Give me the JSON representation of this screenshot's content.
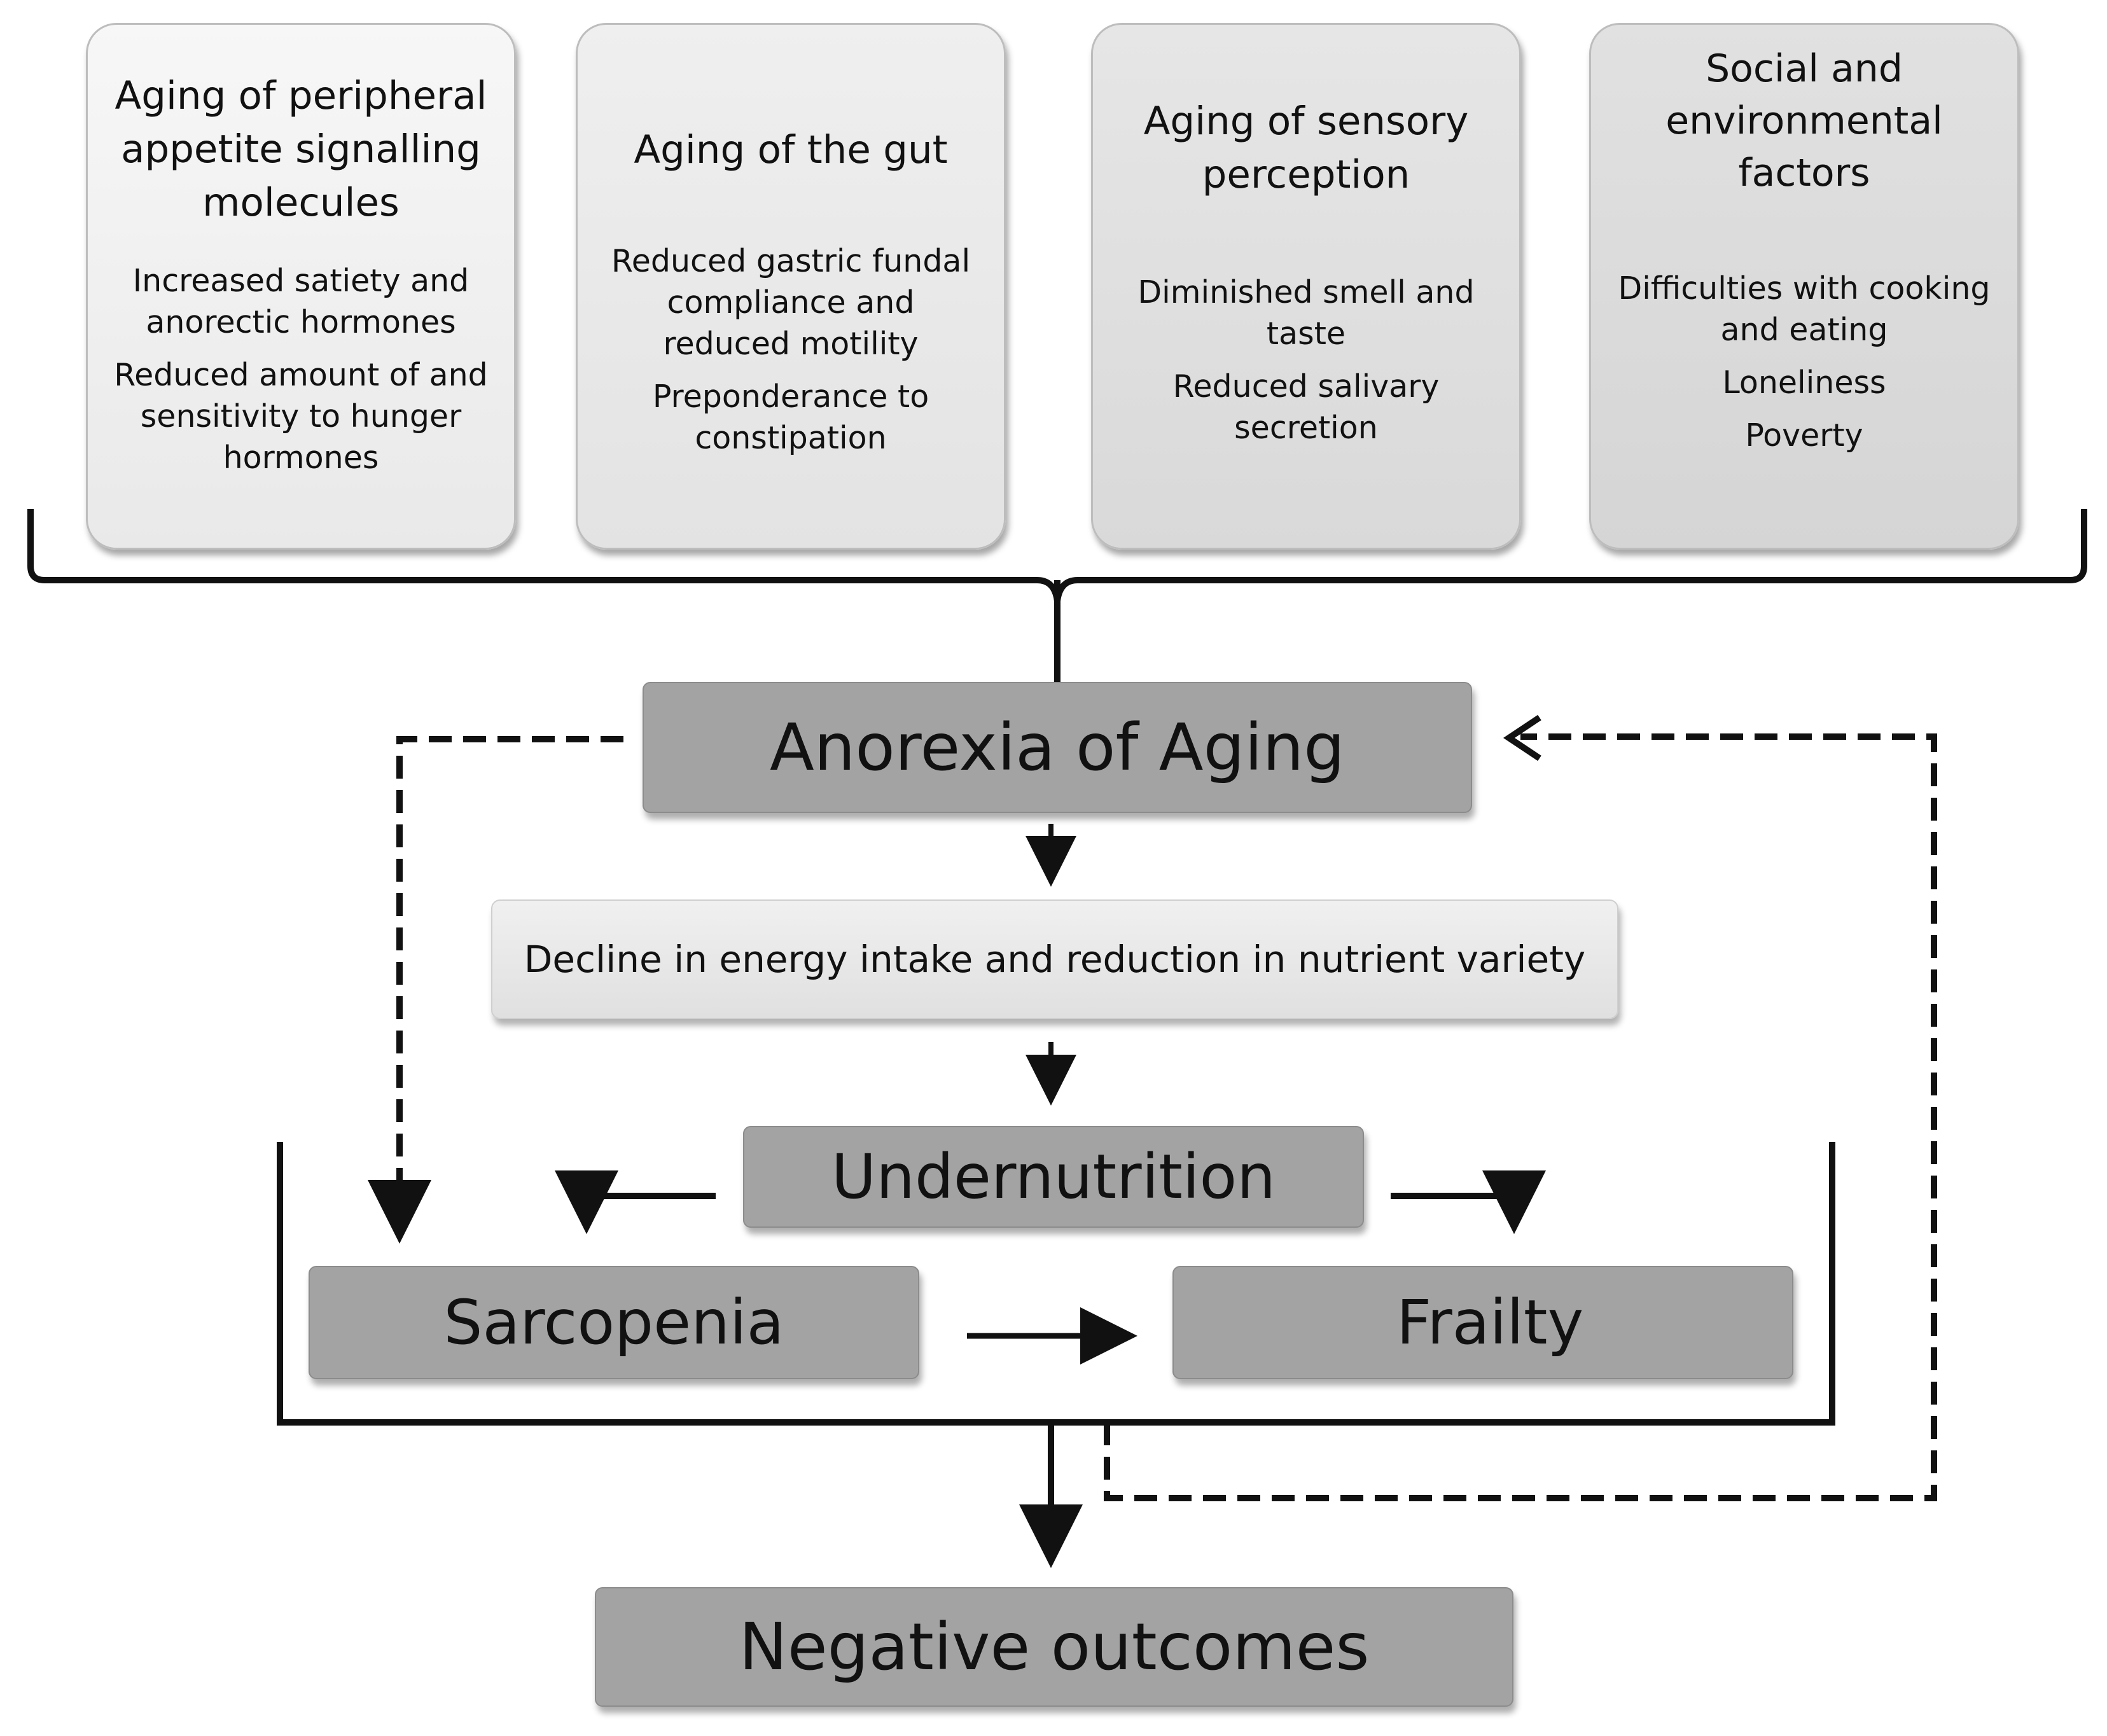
{
  "factors": [
    {
      "title": "Aging of peripheral appetite signalling molecules",
      "items": [
        "Increased satiety and anorectic hormones",
        "Reduced amount of and sensitivity to hunger hormones"
      ]
    },
    {
      "title": "Aging of the gut",
      "items": [
        "Reduced gastric fundal compliance and reduced motility",
        "Preponderance to constipation"
      ]
    },
    {
      "title": "Aging of sensory perception",
      "items": [
        "Diminished smell and taste",
        "Reduced salivary secretion"
      ]
    },
    {
      "title": "Social and environmental factors",
      "items": [
        "Difficulties with cooking and eating",
        "Loneliness",
        "Poverty"
      ]
    }
  ],
  "nodes": {
    "anorexia": "Anorexia of Aging",
    "decline": "Decline in energy intake and reduction in nutrient variety",
    "undernutrition": "Undernutrition",
    "sarcopenia": "Sarcopenia",
    "frailty": "Frailty",
    "outcomes": "Negative outcomes"
  },
  "colors": {
    "dark_box": "#a3a3a3",
    "light_box": "#e6e6e6",
    "line": "#111111"
  }
}
